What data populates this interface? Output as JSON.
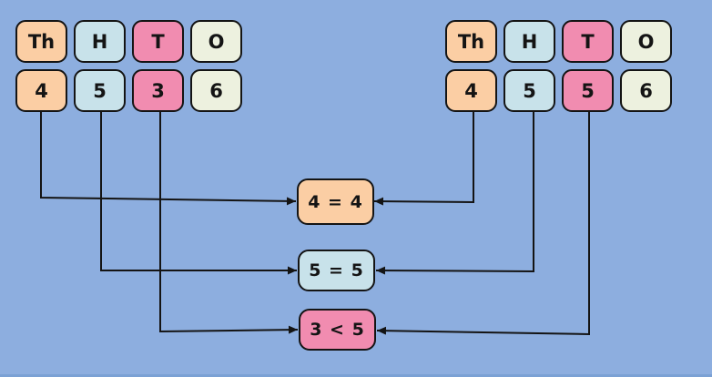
{
  "colors": {
    "background": "#8DAEDF",
    "card_peach": "#FBCEA4",
    "card_blue": "#C8E2EA",
    "card_pink": "#F18CB0",
    "card_cream": "#EDF1DF",
    "line": "#141414",
    "bottom_strip": "#7BA1D4"
  },
  "left_number": {
    "labels": [
      "Th",
      "H",
      "T",
      "O"
    ],
    "digits": [
      "4",
      "5",
      "3",
      "6"
    ]
  },
  "right_number": {
    "labels": [
      "Th",
      "H",
      "T",
      "O"
    ],
    "digits": [
      "4",
      "5",
      "5",
      "6"
    ]
  },
  "comparisons": [
    {
      "label": "4 = 4"
    },
    {
      "label": "5 = 5"
    },
    {
      "label": "3 < 5"
    }
  ]
}
